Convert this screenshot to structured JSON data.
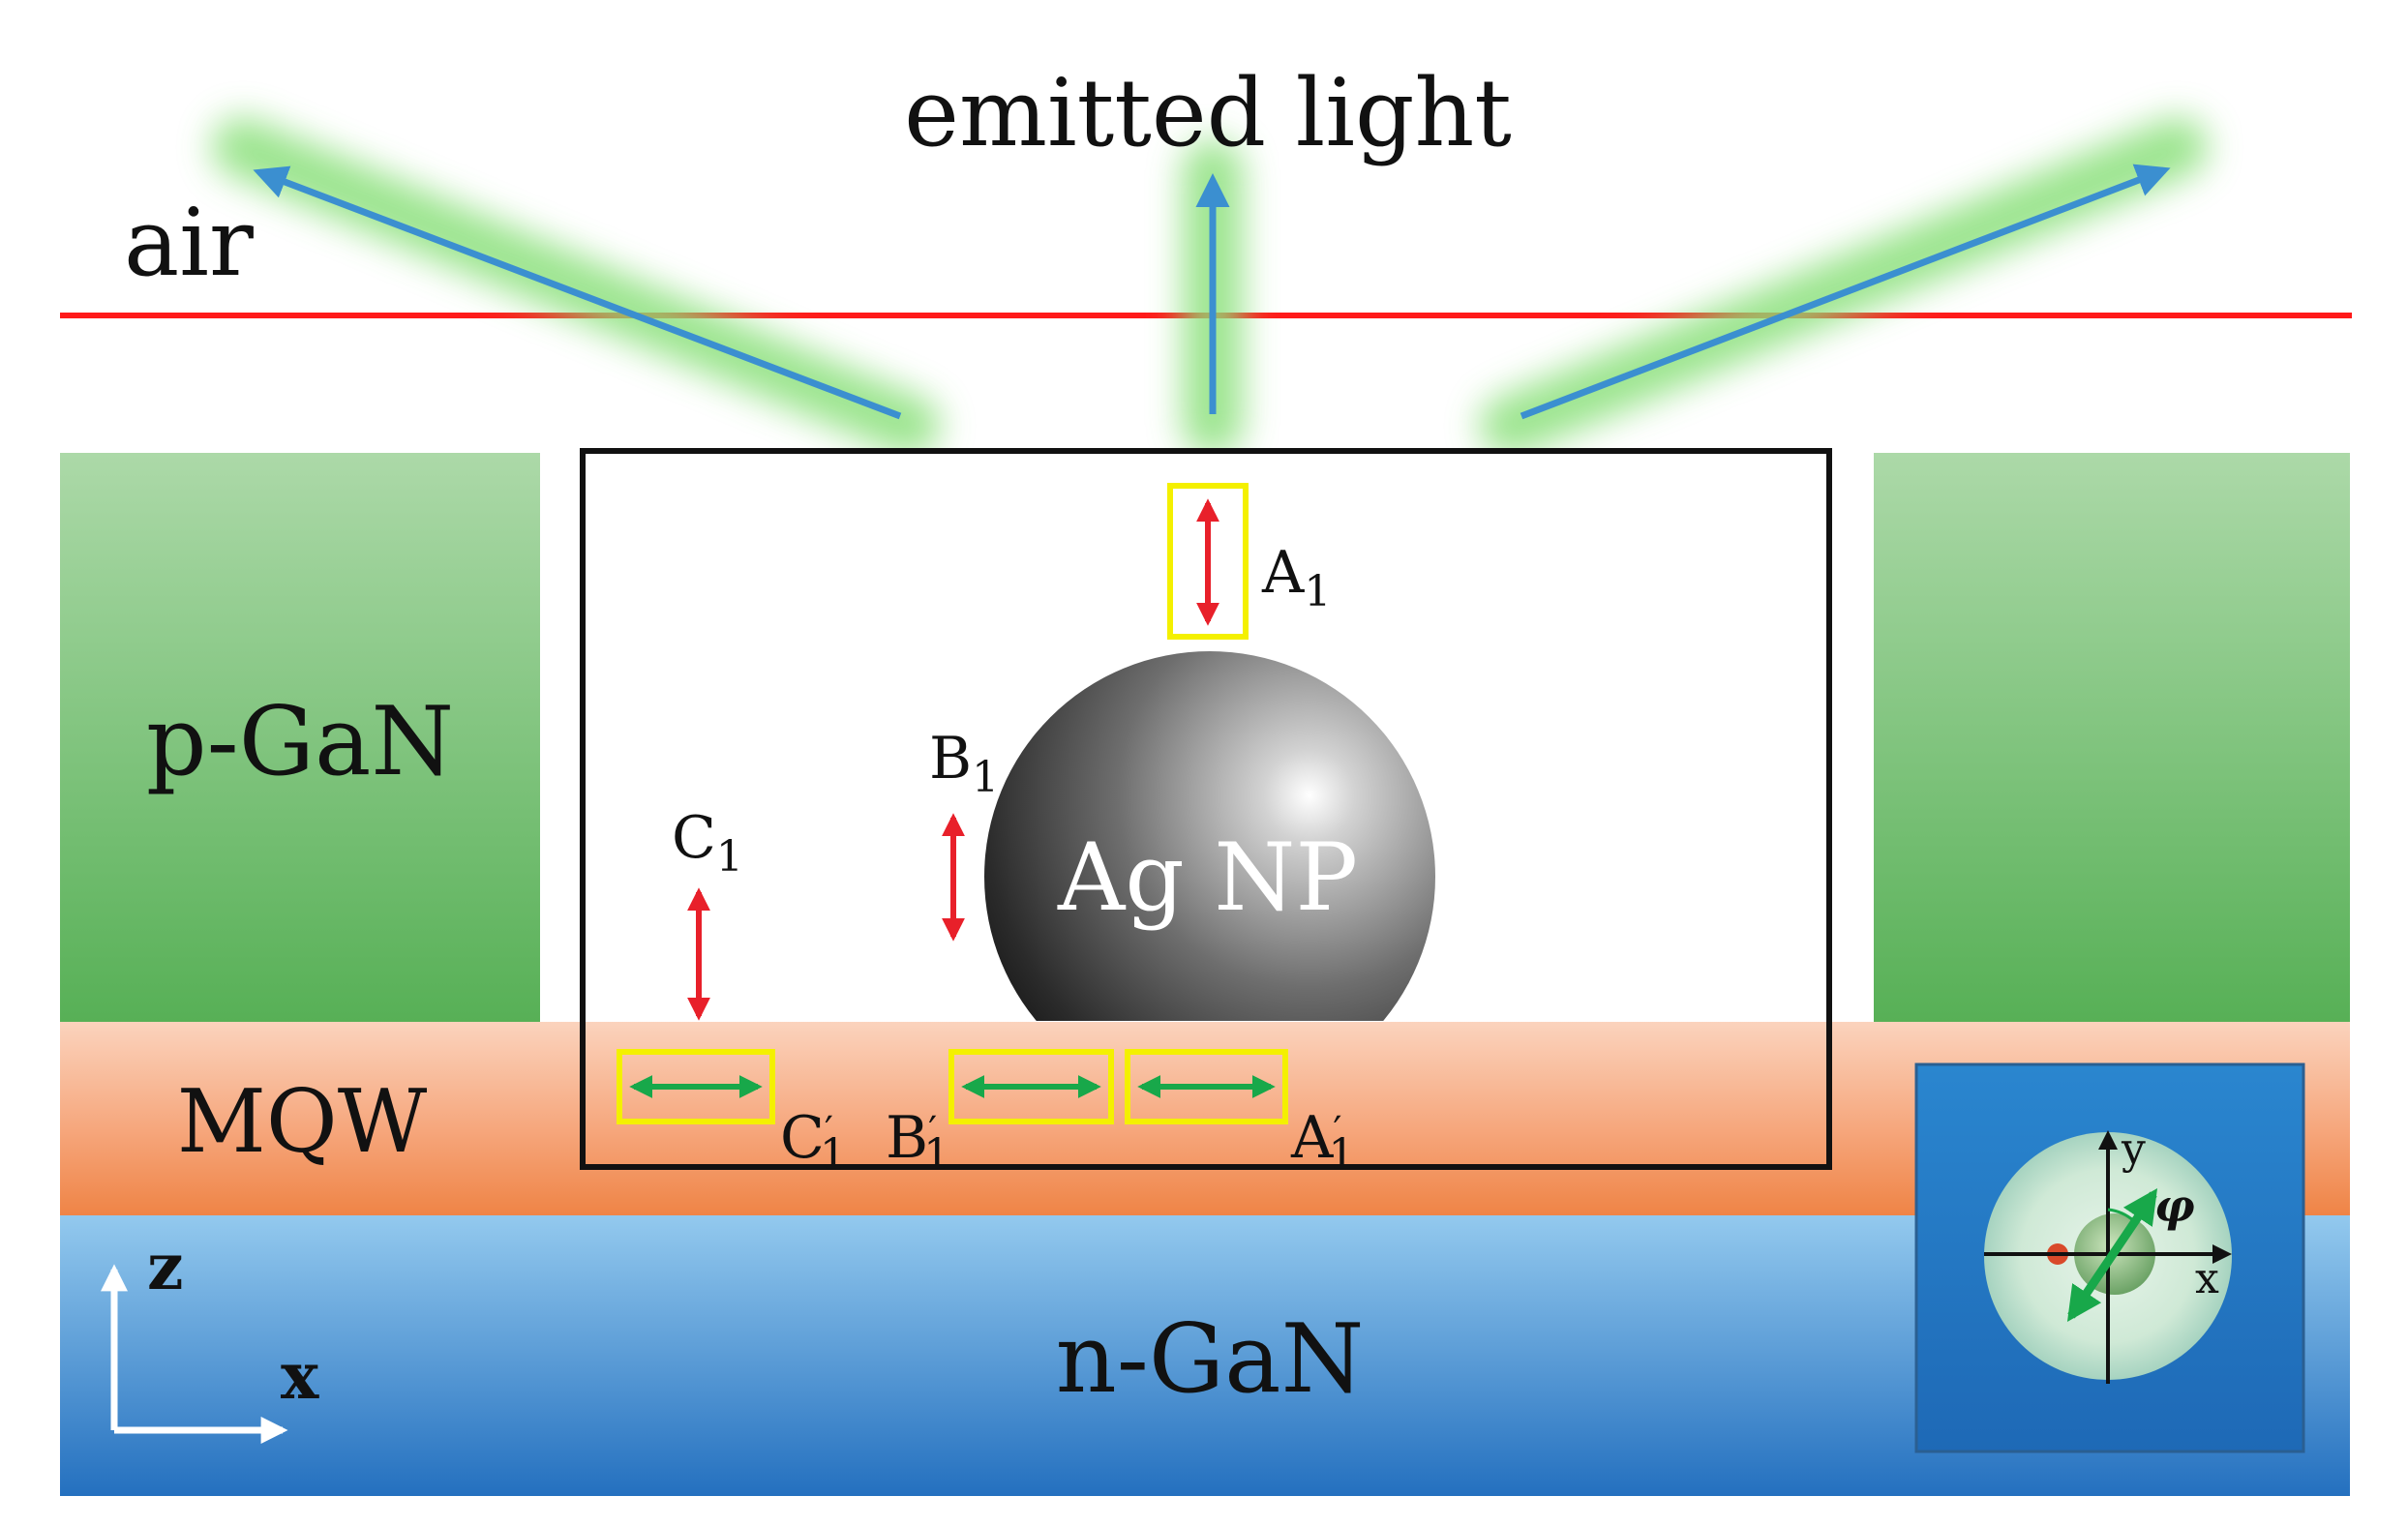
{
  "labels": {
    "emitted_light": "emitted light",
    "air": "air",
    "p_gan": "p-GaN",
    "mqw": "MQW",
    "n_gan": "n-GaN",
    "ag_np": "Ag NP",
    "axis_z": "z",
    "axis_x": "x",
    "inset_x": "x",
    "inset_y": "y",
    "inset_phi": "φ"
  },
  "dipoles": {
    "A1": {
      "main": "A",
      "sub": "1"
    },
    "B1": {
      "main": "B",
      "sub": "1"
    },
    "C1": {
      "main": "C",
      "sub": "1"
    },
    "A1p": {
      "main": "A",
      "sub": "1",
      "prime": "′"
    },
    "B1p": {
      "main": "B",
      "sub": "1",
      "prime": "′"
    },
    "C1p": {
      "main": "C",
      "sub": "1",
      "prime": "′"
    }
  },
  "colors": {
    "interface_line": "#ff1a1a",
    "light_ray": "#3b8fd0",
    "glow": "#7fdc6a",
    "vertical_dipole": "#e8202a",
    "horizontal_dipole": "#18a84a",
    "dipole_box": "#f4f000",
    "p_gan_top": "#a9d7a5",
    "p_gan_bottom": "#5cb35a",
    "mqw_top": "#f9c9b0",
    "mqw_bottom": "#f08a52",
    "n_gan_top": "#8cc4ec",
    "n_gan_bottom": "#2a78c4"
  }
}
